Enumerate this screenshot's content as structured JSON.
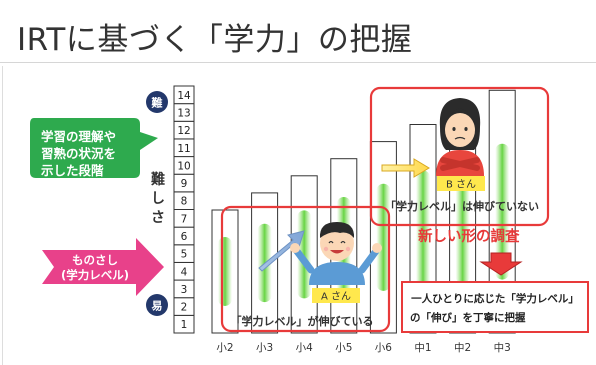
{
  "title": "IRTに基づく「学力」の把握",
  "scale": {
    "levels": [
      "1",
      "2",
      "3",
      "4",
      "5",
      "6",
      "7",
      "8",
      "9",
      "10",
      "11",
      "12",
      "13",
      "14"
    ],
    "hard_badge": "難",
    "easy_badge": "易",
    "axis_label": [
      "難",
      "し",
      "さ"
    ]
  },
  "callouts": {
    "understanding": [
      "学習の理解や",
      "習熟の状況を",
      "示した段階"
    ],
    "ruler": [
      "ものさし",
      "(学力レベル)"
    ]
  },
  "grades": [
    "小2",
    "小3",
    "小4",
    "小5",
    "小6",
    "中1",
    "中2",
    "中3"
  ],
  "students": {
    "a": {
      "name": "A さん",
      "caption": "「学力レベル」が伸びている",
      "shirt_color": "#5b9bd5"
    },
    "b": {
      "name": "B さん",
      "caption": "「学力レベル」は伸びていない",
      "shirt_color": "#e8463d"
    }
  },
  "new_survey": {
    "label": "新しい形の調査",
    "text": [
      "一人ひとりに応じた「学力レベル」",
      "の「伸び」を丁寧に把握"
    ]
  },
  "colors": {
    "highlight_red": "#e83a3a",
    "callout_green": "#2eaa4e",
    "ruler_pink": "#e8418a",
    "badge_navy": "#23386b",
    "name_tag_yellow": "#ffe84d"
  }
}
